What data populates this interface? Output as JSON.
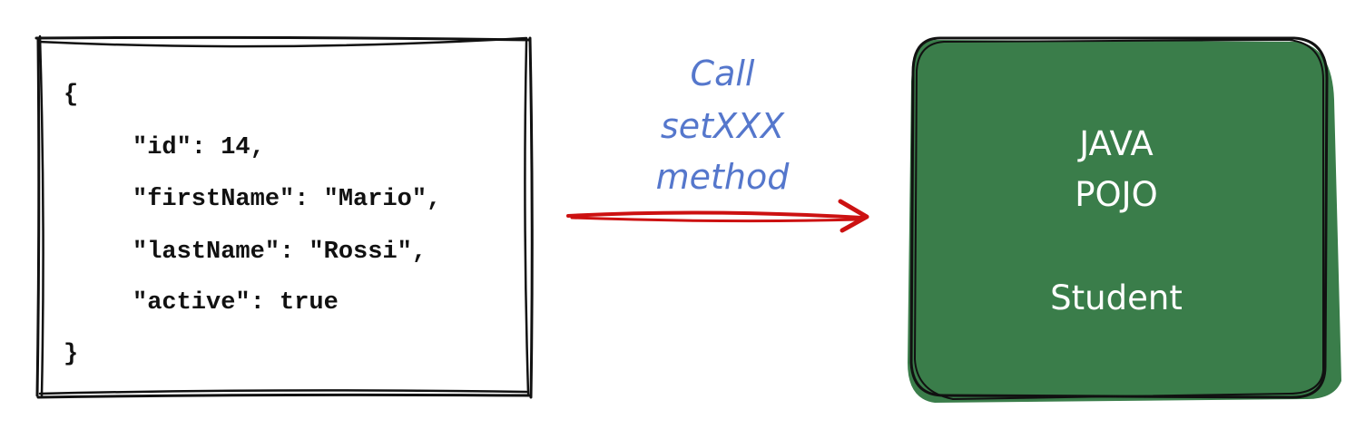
{
  "json_box": {
    "lines": [
      "{",
      "\"id\": 14,",
      "\"firstName\": \"Mario\",",
      "\"lastName\": \"Rossi\",",
      "\"active\": true",
      "}"
    ]
  },
  "arrow": {
    "label_lines": [
      "Call",
      "setXXX",
      "method"
    ],
    "color": "#cc1111",
    "label_color": "#5577cc"
  },
  "pojo_box": {
    "lines": [
      "JAVA",
      "POJO",
      "Student"
    ],
    "fill_color": "#3a7d4a",
    "text_color": "#ffffff"
  }
}
